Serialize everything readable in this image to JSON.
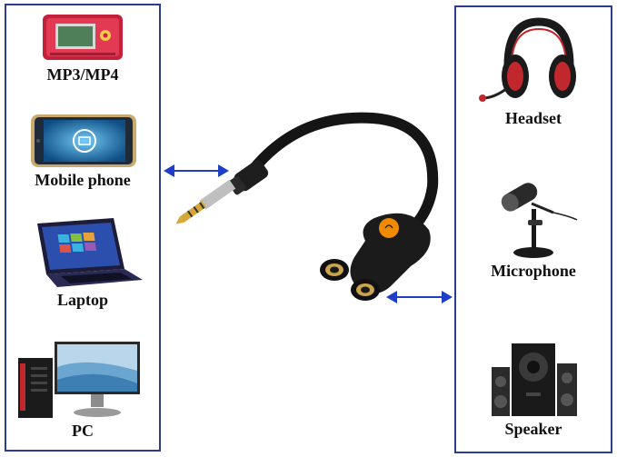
{
  "left_devices": [
    {
      "label": "MP3/MP4",
      "icon": "mp3-player-icon"
    },
    {
      "label": "Mobile phone",
      "icon": "smartphone-icon"
    },
    {
      "label": "Laptop",
      "icon": "laptop-icon"
    },
    {
      "label": "PC",
      "icon": "desktop-pc-icon"
    }
  ],
  "right_devices": [
    {
      "label": "Headset",
      "icon": "headset-icon"
    },
    {
      "label": "Microphone",
      "icon": "microphone-icon"
    },
    {
      "label": "Speaker",
      "icon": "speaker-icon"
    }
  ],
  "colors": {
    "panel_border": "#2b3d8f",
    "arrow": "#1e3ec8",
    "cable": "#151515",
    "accent": "#f08a00"
  }
}
